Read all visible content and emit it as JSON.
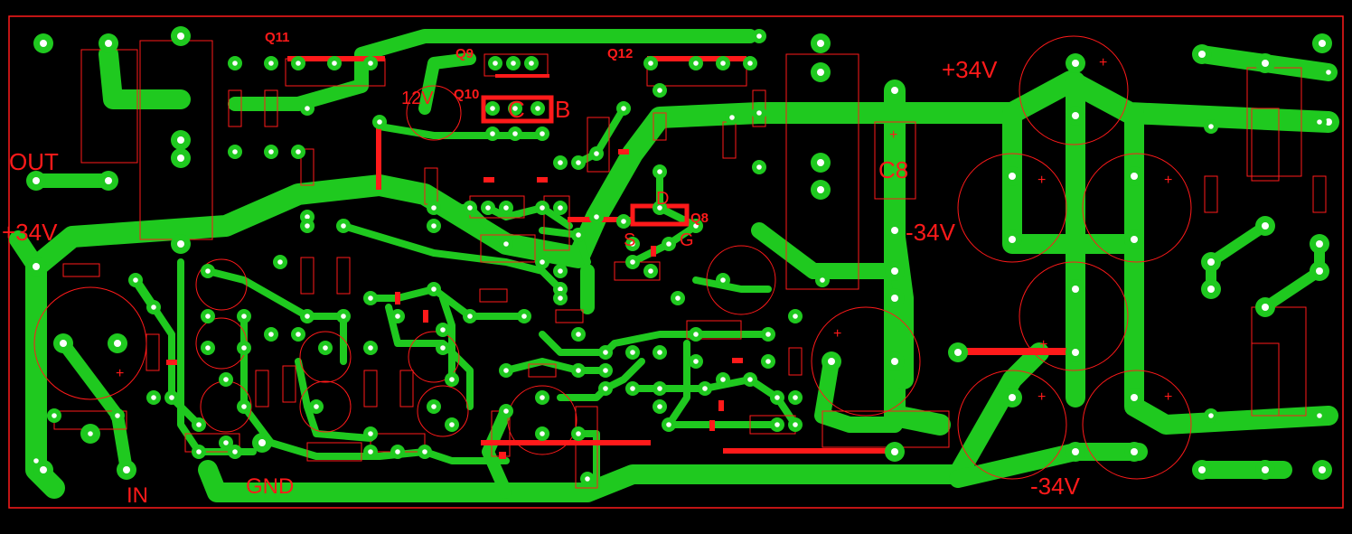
{
  "board": {
    "colors": {
      "background": "#000000",
      "copper": "#1fc91f",
      "silk": "#ff1a1a",
      "pad_hole": "#ffffff"
    },
    "labels": {
      "out": "OUT",
      "plus34_left": "+34V",
      "in": "IN",
      "gnd": "GND",
      "q11": "Q11",
      "q9": "Q9",
      "q10": "Q10",
      "q12": "Q12",
      "q8": "Q8",
      "v12": "12V",
      "c_mark": "C",
      "b_mark": "B",
      "d_mark": "D",
      "s_mark": "S",
      "g_mark": "G",
      "c8": "C8",
      "minus34_mid": "-34V",
      "plus34_right": "+34V",
      "minus34_bottom": "-34V",
      "plus_sign": "+"
    }
  }
}
